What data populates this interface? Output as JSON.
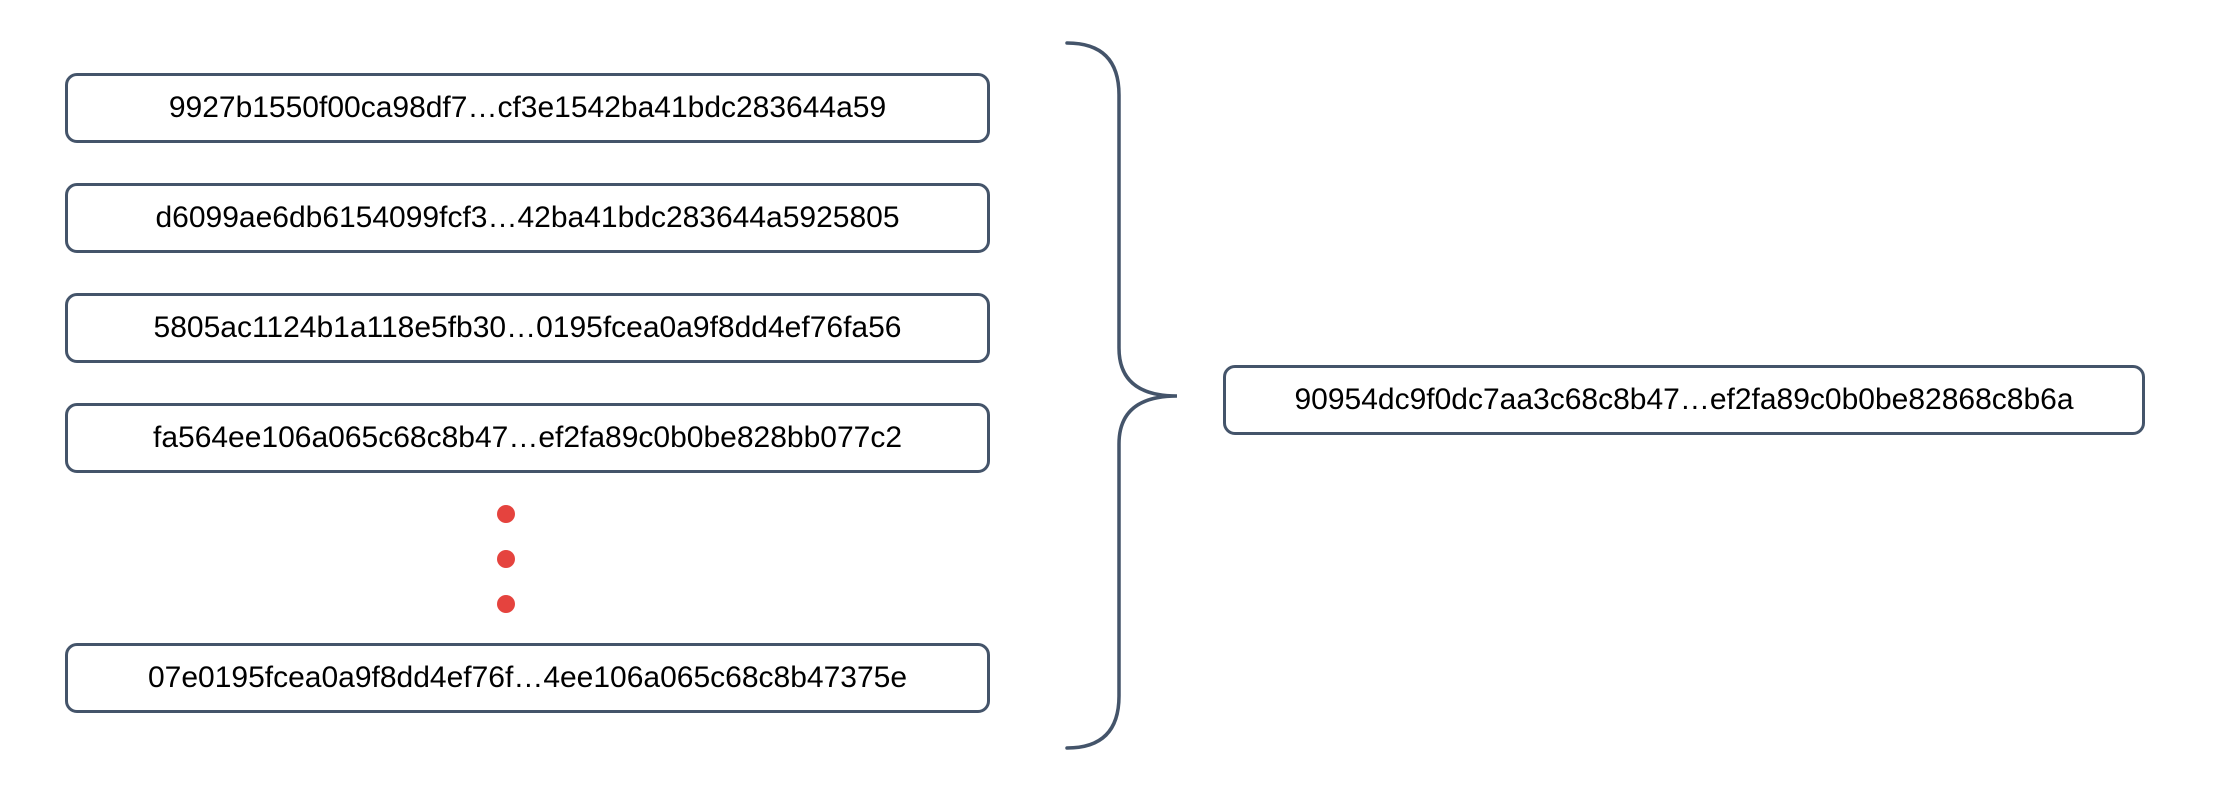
{
  "diagram": {
    "description": "Many input hashes combined into one output hash",
    "input_hashes": [
      {
        "text": "9927b1550f00ca98df7…cf3e1542ba41bdc283644a59"
      },
      {
        "text": "d6099ae6db6154099fcf3…42ba41bdc283644a5925805"
      },
      {
        "text": "5805ac1124b1a118e5fb30…0195fcea0a9f8dd4ef76fa56"
      },
      {
        "text": "fa564ee106a065c68c8b47…ef2fa89c0b0be828bb077c2"
      },
      {
        "text": "07e0195fcea0a9f8dd4ef76f…4ee106a065c68c8b47375e"
      }
    ],
    "output_hash": {
      "text": "90954dc9f0dc7aa3c68c8b47…ef2fa89c0b0be82868c8b6a"
    },
    "ellipsis_dot_count": 3,
    "colors": {
      "box_border": "#44546a",
      "brace": "#44546a",
      "ellipsis_dots": "#e5433e",
      "text": "#000000",
      "background": "#ffffff"
    }
  }
}
